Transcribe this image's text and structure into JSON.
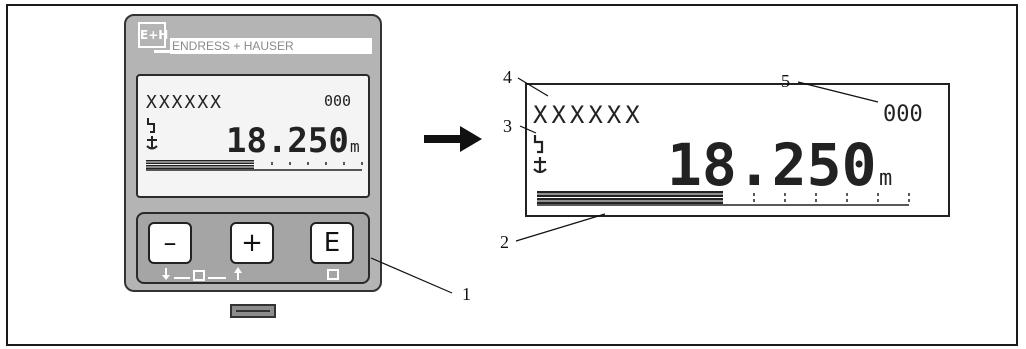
{
  "device": {
    "logo_text": "E+H",
    "brand_name": "ENDRESS + HAUSER",
    "keys": [
      {
        "label": "–"
      },
      {
        "label": "+"
      },
      {
        "label": "E"
      }
    ]
  },
  "display": {
    "function_name": "XXXXXX",
    "function_code": "000",
    "value": "18.250",
    "unit": "m"
  },
  "callouts": [
    "1",
    "2",
    "3",
    "4",
    "5"
  ],
  "bargraph": {
    "total_segments": 12,
    "filled_segments": 6
  }
}
